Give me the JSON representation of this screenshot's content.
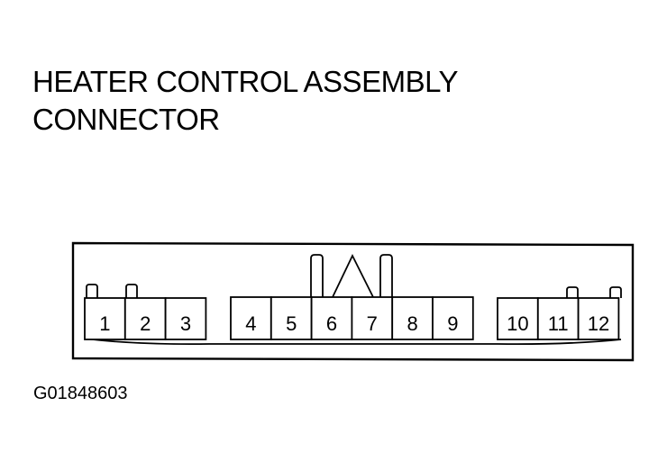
{
  "title": {
    "line1": "HEATER CONTROL ASSEMBLY",
    "line2": "CONNECTOR"
  },
  "connector": {
    "pins": [
      "1",
      "2",
      "3",
      "4",
      "5",
      "6",
      "7",
      "8",
      "9",
      "10",
      "11",
      "12"
    ],
    "stroke_color": "#000000",
    "fill_color": "#ffffff"
  },
  "figure_id": "G01848603"
}
